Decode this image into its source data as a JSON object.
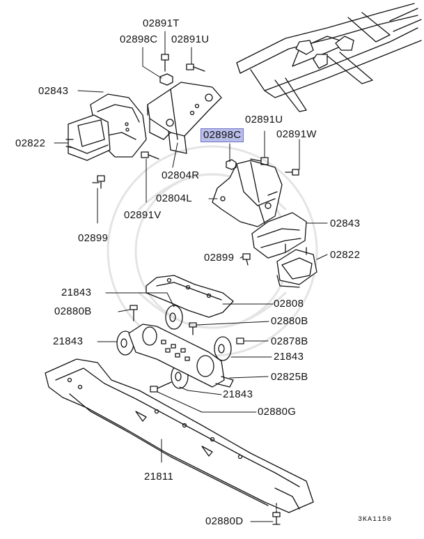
{
  "diagram": {
    "code": "3KA1150",
    "highlight_color": "#b9bde9",
    "labels": [
      {
        "id": "l-02891t",
        "text": "02891T"
      },
      {
        "id": "l-02898c-a",
        "text": "02898C"
      },
      {
        "id": "l-02891u-a",
        "text": "02891U"
      },
      {
        "id": "l-02843-a",
        "text": "02843"
      },
      {
        "id": "l-02822-a",
        "text": "02822"
      },
      {
        "id": "l-02804r",
        "text": "02804R"
      },
      {
        "id": "l-02891v",
        "text": "02891V"
      },
      {
        "id": "l-02899-a",
        "text": "02899"
      },
      {
        "id": "l-02891u-b",
        "text": "02891U"
      },
      {
        "id": "l-02898c-b",
        "text": "02898C",
        "highlighted": true
      },
      {
        "id": "l-02891w",
        "text": "02891W"
      },
      {
        "id": "l-02804l",
        "text": "02804L"
      },
      {
        "id": "l-02843-b",
        "text": "02843"
      },
      {
        "id": "l-02899-b",
        "text": "02899"
      },
      {
        "id": "l-02822-b",
        "text": "02822"
      },
      {
        "id": "l-21843-a",
        "text": "21843"
      },
      {
        "id": "l-02808",
        "text": "02808"
      },
      {
        "id": "l-02880b-a",
        "text": "02880B"
      },
      {
        "id": "l-02880b-b",
        "text": "02880B"
      },
      {
        "id": "l-21843-b",
        "text": "21843"
      },
      {
        "id": "l-02878b",
        "text": "02878B"
      },
      {
        "id": "l-21843-c",
        "text": "21843"
      },
      {
        "id": "l-02825b",
        "text": "02825B"
      },
      {
        "id": "l-21843-d",
        "text": "21843"
      },
      {
        "id": "l-02880g",
        "text": "02880G"
      },
      {
        "id": "l-21811",
        "text": "21811"
      },
      {
        "id": "l-02880d",
        "text": "02880D"
      }
    ]
  }
}
